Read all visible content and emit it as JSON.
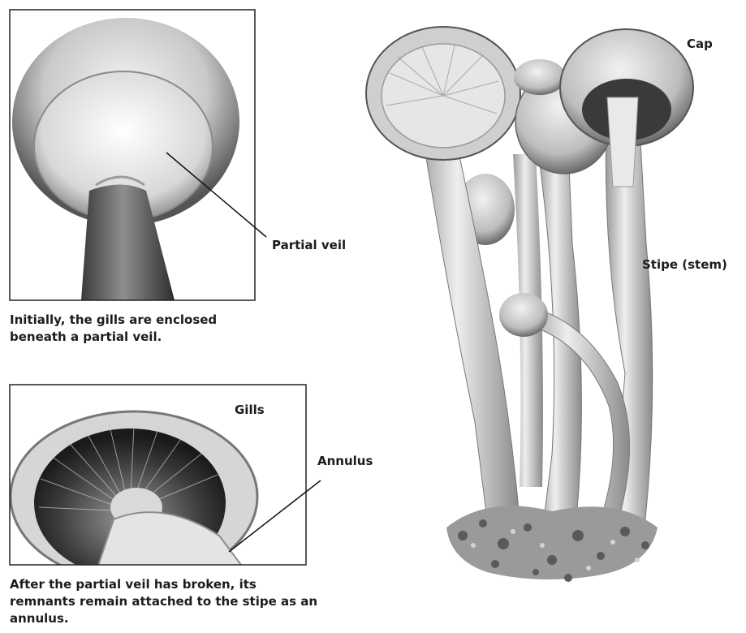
{
  "labels": {
    "partial_veil": "Partial veil",
    "cap": "Cap",
    "stipe": "Stipe (stem)",
    "gills": "Gills",
    "annulus": "Annulus"
  },
  "captions": {
    "top": "Initially, the gills are enclosed beneath a partial veil.",
    "bottom": "After the partial veil has broken, its remnants remain attached to the stipe as an annulus."
  }
}
